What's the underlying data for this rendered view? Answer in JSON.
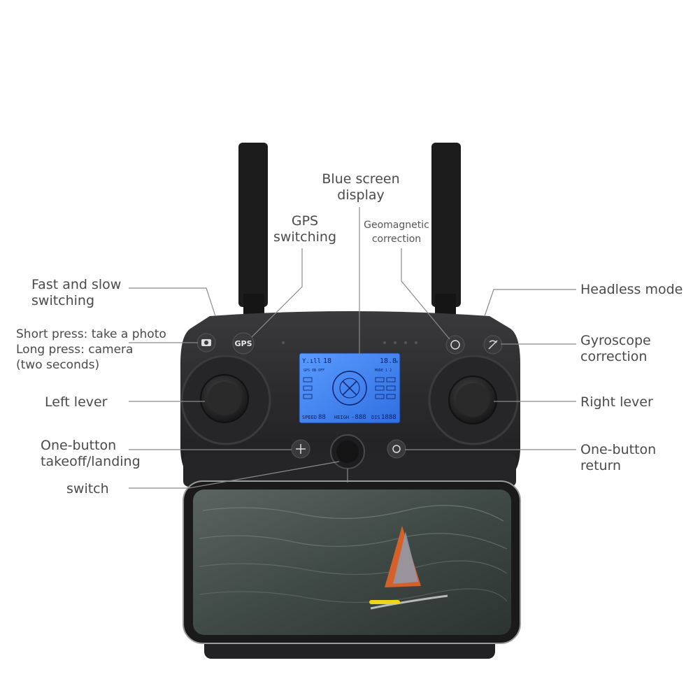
{
  "labels": {
    "fast_slow": "Fast and slow\nswitching",
    "short_press": "Short press: take a photo\nLong press: camera\n(two seconds)",
    "left_lever": "Left lever",
    "one_button_takeoff": "One-button\ntakeoff/landing",
    "switch": "switch",
    "gps_switching": "GPS\nswitching",
    "blue_screen": "Blue screen\ndisplay",
    "geomagnetic": "Geomagnetic\ncorrection",
    "headless_mode": "Headless mode",
    "gyroscope": "Gyroscope\ncorrection",
    "right_lever": "Right lever",
    "one_button_return": "One-button\nreturn"
  },
  "buttons": {
    "gps": "GPS"
  },
  "lcd": {
    "signal": "Y.ıll",
    "top_value": "18",
    "battery_value": "18.8",
    "battery_unit": "v",
    "gps_status": "GPS ON OFF",
    "mode": "MODE 1 2",
    "speed_label": "SPEED",
    "speed_value": "88",
    "height_label": "HEIGH",
    "height_value": "-888",
    "dis_label": "DIS",
    "dis_value": "1888"
  },
  "colors": {
    "controller": "#2b2b2d",
    "lcd": "#3d7ff0",
    "leader_line": "#8a8a8a"
  }
}
